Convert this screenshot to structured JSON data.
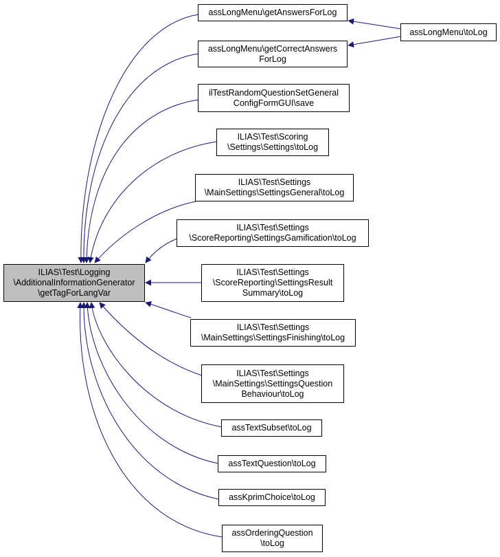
{
  "colors": {
    "edge": "#191970",
    "focus_fill": "#bfbfbf",
    "node_border": "#000000"
  },
  "focus": {
    "lines": [
      "ILIAS\\Test\\Logging",
      "\\AdditionalInformationGenerator",
      "\\getTagForLangVar"
    ]
  },
  "callers": [
    {
      "lines": [
        "assLongMenu\\getAnswersForLog"
      ]
    },
    {
      "lines": [
        "assLongMenu\\getCorrectAnswers",
        "ForLog"
      ]
    },
    {
      "lines": [
        "ilTestRandomQuestionSetGeneral",
        "ConfigFormGUI\\save"
      ]
    },
    {
      "lines": [
        "ILIAS\\Test\\Scoring",
        "\\Settings\\Settings\\toLog"
      ]
    },
    {
      "lines": [
        "ILIAS\\Test\\Settings",
        "\\MainSettings\\SettingsGeneral\\toLog"
      ]
    },
    {
      "lines": [
        "ILIAS\\Test\\Settings",
        "\\ScoreReporting\\SettingsGamification\\toLog"
      ]
    },
    {
      "lines": [
        "ILIAS\\Test\\Settings",
        "\\ScoreReporting\\SettingsResult",
        "Summary\\toLog"
      ]
    },
    {
      "lines": [
        "ILIAS\\Test\\Settings",
        "\\MainSettings\\SettingsFinishing\\toLog"
      ]
    },
    {
      "lines": [
        "ILIAS\\Test\\Settings",
        "\\MainSettings\\SettingsQuestion",
        "Behaviour\\toLog"
      ]
    },
    {
      "lines": [
        "assTextSubset\\toLog"
      ]
    },
    {
      "lines": [
        "assTextQuestion\\toLog"
      ]
    },
    {
      "lines": [
        "assKprimChoice\\toLog"
      ]
    },
    {
      "lines": [
        "assOrderingQuestion",
        "\\toLog"
      ]
    }
  ],
  "second_level": {
    "lines": [
      "assLongMenu\\toLog"
    ]
  }
}
